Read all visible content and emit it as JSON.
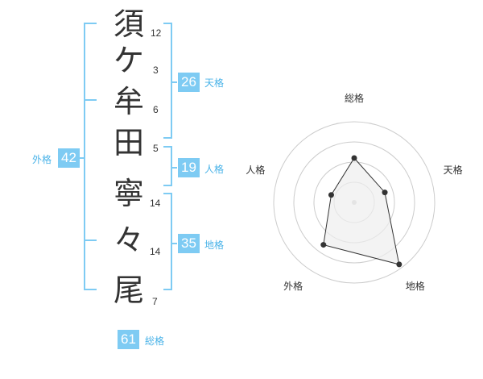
{
  "name": {
    "characters": [
      {
        "char": "須",
        "strokes": "12"
      },
      {
        "char": "ケ",
        "strokes": "3"
      },
      {
        "char": "牟",
        "strokes": "6"
      },
      {
        "char": "田",
        "strokes": "5"
      },
      {
        "char": "寧",
        "strokes": "14"
      },
      {
        "char": "々",
        "strokes": "14"
      },
      {
        "char": "尾",
        "strokes": "7"
      }
    ]
  },
  "fortunes": {
    "tenkaku": {
      "value": "26",
      "label": "天格"
    },
    "jinkaku": {
      "value": "19",
      "label": "人格"
    },
    "chikaku": {
      "value": "35",
      "label": "地格"
    },
    "gaikaku": {
      "value": "42",
      "label": "外格"
    },
    "soukaku": {
      "value": "61",
      "label": "総格"
    }
  },
  "colors": {
    "accent": "#7ecbf3",
    "bracket": "#7ecbf3",
    "accent_text": "#4ab3e8",
    "radar_ring": "#cccccc",
    "radar_fill": "#eeeeee",
    "radar_line": "#333333"
  },
  "chart_data": {
    "type": "radar",
    "axes": [
      "総格",
      "天格",
      "地格",
      "外格",
      "人格"
    ],
    "values": [
      0.55,
      0.4,
      0.95,
      0.65,
      0.3
    ],
    "grid": true
  }
}
